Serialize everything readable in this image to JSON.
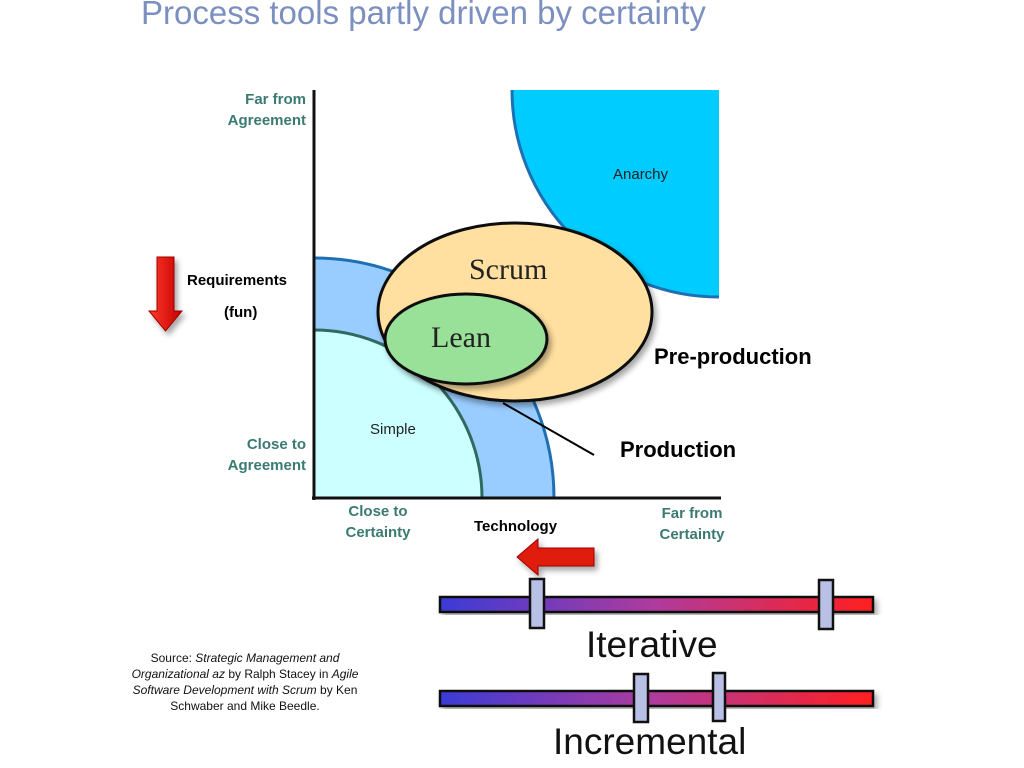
{
  "slide": {
    "title": "Process tools partly driven by certainty"
  },
  "axes": {
    "y_top": [
      "Far from",
      "Agreement"
    ],
    "y_bottom": [
      "Close to",
      "Agreement"
    ],
    "x_left": [
      "Close to",
      "Certainty"
    ],
    "x_right": [
      "Far from",
      "Certainty"
    ],
    "x_label": "Technology",
    "y_label": "Requirements",
    "y_label_note": "(fun)"
  },
  "zones": {
    "simple": "Simple",
    "anarchy": "Anarchy",
    "scrum": "Scrum",
    "lean": "Lean"
  },
  "phases": {
    "pre_production": "Pre-production",
    "production": "Production"
  },
  "scales": {
    "iterative": "Iterative",
    "incremental": "Incremental"
  },
  "source": {
    "prefix": "Source: ",
    "book1": "Strategic Management and Organizational az",
    "by1": " by Ralph Stacey in ",
    "book2": "Agile Software Development with Scrum",
    "by2": " by Ken Schwaber and Mike Beedle."
  },
  "colors": {
    "title": "#7b8fc0",
    "axis_label": "#3b7a72",
    "simple": "#ccffff",
    "complicated": "#99ccff",
    "anarchy": "#00ccff",
    "scrum": "#ffe0a0",
    "lean": "#99e099",
    "arrow": "#dd1111"
  }
}
